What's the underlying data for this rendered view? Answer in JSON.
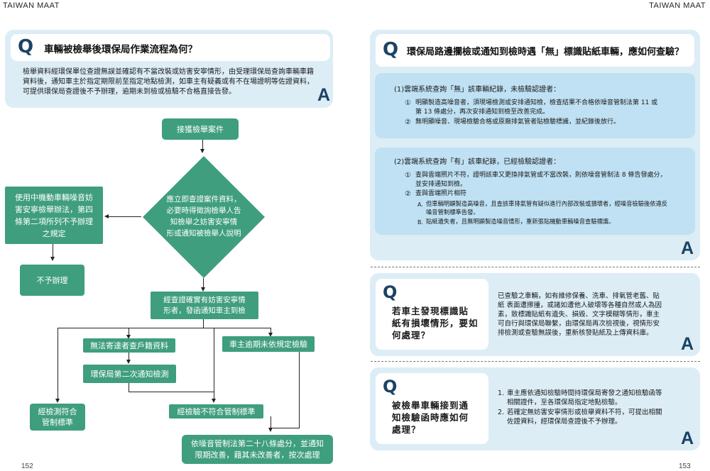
{
  "header": {
    "left": "TAIWAN MAAT",
    "right": "TAIWAN MAAT"
  },
  "pages": {
    "left": "152",
    "right": "153"
  },
  "q1": {
    "q_label": "Q",
    "title": "車輛被檢舉後環保局作業流程為何？",
    "answer": "檢舉資料經環保單位查證無誤並確認有不當改裝或妨害安寧情形，由受理環保局查詢車輛車籍資料後，通知車主於指定期限前至指定地點檢測，如車主有疑義或有不在場證明等佐證資料，可提供環保局查證後不予辦理，逾期未到檢或檢驗不合格直接告發。",
    "a_label": "A"
  },
  "flow": {
    "start": "接獲檢舉案件",
    "diamond": [
      "應立即查證案件資料，",
      "必要時得徵詢檢舉人告",
      "知檢舉之妨害安寧情",
      "形或通知被檢舉人說明"
    ],
    "left_box": [
      "使用中機動車輛噪音妨",
      "害安寧檢舉辦法，第四",
      "條第二項所列不予辦理",
      "之規定"
    ],
    "no_action": "不予辦理",
    "confirmed": [
      "經查證確實有妨害安寧情",
      "形者，發函通知車主到檢"
    ],
    "undeliverable": "無法寄達者查戶籍資料",
    "second_notice": "環保局第二次通知檢測",
    "overdue": "車主逾期未依規定檢驗",
    "pass": [
      "經檢測符合",
      "管制標準"
    ],
    "fail": "經檢驗不符合管制標準",
    "penalty": [
      "依噪音管制法第二十八條處分，並通知",
      "限期改善，藉其未改善者，按次處理"
    ]
  },
  "q2": {
    "q_label": "Q",
    "title": "環保局路邊攔檢或通知到檢時遇「無」標識貼紙車輛，應如何查驗？",
    "sec1_title": "(1)雲端系統查詢「無」該車輛紀錄，未檢驗認證者：",
    "sec1_item1_num": "①",
    "sec1_item1_lines": [
      "明顯製造高噪音者，須現場檢測或安排通知檢，檢查結果不合格依噪音管制法第 11 或",
      "第 13 條處分，再次安排通知到檢至改善完成。"
    ],
    "sec1_item2_num": "②",
    "sec1_item2": "無明顯噪音、現場檢驗合格或原廠排氣管者貼檢驗標識，並紀錄後放行。",
    "sec2_title": "(2)雲端系統查詢「有」該車紀錄，已經檢驗認證者：",
    "sec2_item1_num": "①",
    "sec2_item1_lines": [
      "查與雲端照片不符，證明該車又更換排氣管或不當改裝，則依噪音管制法 8 條告發處分，",
      "並安排通知到檢。"
    ],
    "sec2_item2_num": "②",
    "sec2_item2": "查與雲端照片相符",
    "sec2_subA_label": "A.",
    "sec2_subA_lines": [
      "但車輛明顯製造高噪音，且查該車排氣管有疑似進行內部改裝或損壞者，經噪音檢驗後依違反",
      "噪音管制標準告發。"
    ],
    "sec2_subB_label": "B.",
    "sec2_subB": "貼紙遺失者，且無明顯製造噪音情形，重新張貼機動車輛噪音查驗標識。",
    "a_label": "A"
  },
  "q3": {
    "q_label": "Q",
    "title_lines": [
      "若車主發現標識貼",
      "紙有損壞情形，要如",
      "何處理？"
    ],
    "answer_lines": [
      "已查驗之車輛，如有維修保養、洗車、排氣管老舊、貼",
      "紙 表面遭擦撞，或諸如遭他人破壞等各種自然或人為因",
      "素，致標識貼紙有遺失、損毀、文字模糊等情形，車主",
      "可自行與環保局聯繫，由環保局再次檢視後，視情形安",
      "排檢測或查驗無誤後，重新核發貼紙及上傳資料庫。"
    ],
    "a_label": "A"
  },
  "q4": {
    "q_label": "Q",
    "title_lines": [
      "被檢舉車輛接到通",
      "知檢驗函時應如何",
      "處理？"
    ],
    "item1_num": "1.",
    "item1_lines": [
      "車主應依通知檢驗時間持環保局寄發之通知檢驗函等",
      "相關證件，至各環保局指定地點檢驗。"
    ],
    "item2_num": "2.",
    "item2_lines": [
      "若確定無妨害安寧情形或檢舉資料不符，可提出相關",
      "佐證資料，經環保局查證後不予辦理。"
    ],
    "a_label": "A"
  },
  "colors": {
    "panel": "#dcedf6",
    "inner": "#bfe1f3",
    "flow_green": "#3f9e7d",
    "navy": "#1c4264"
  }
}
